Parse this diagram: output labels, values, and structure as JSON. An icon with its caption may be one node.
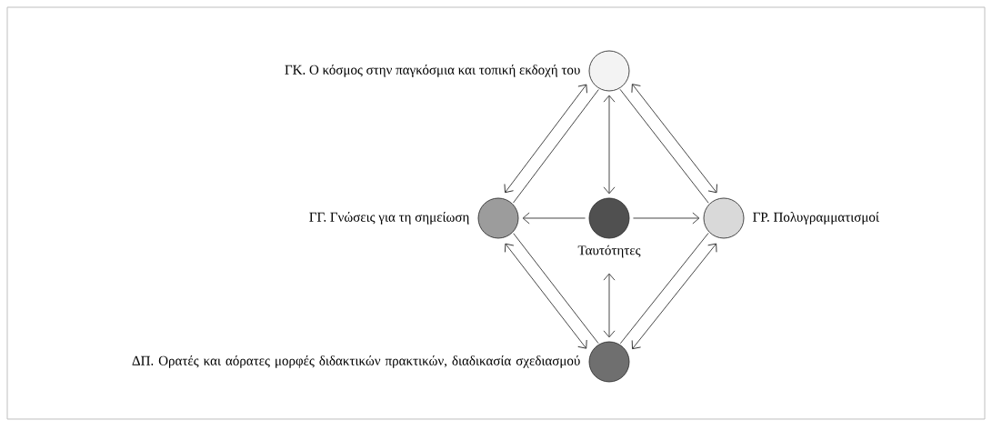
{
  "diagram": {
    "nodes": [
      {
        "text": [],
        "shape": "circle",
        "beside": [
          "ΓΚ. Ο κόσμος στην παγκόσμια και τοπική εκδοχή του"
        ]
      },
      {
        "text": [],
        "shape": "circle",
        "beside": [
          "ΓΓ. Γνώσεις για τη σημείωση"
        ]
      },
      {
        "text": [],
        "shape": "circle",
        "beside": [
          "Ταυτότητες"
        ]
      },
      {
        "text": [],
        "shape": "circle",
        "beside": [
          "ΓΡ. Πολυγραμματισμοί"
        ]
      },
      {
        "text": [],
        "shape": "circle",
        "beside": [
          "ΔΠ. Ορατές και αόρατες μορφές διδακτικών πρακτικών, διαδικασία σχεδιασμού"
        ]
      }
    ],
    "edges": [
      {
        "from": 0,
        "to": 1,
        "arrow": "both"
      },
      {
        "from": 1,
        "to": 0,
        "arrow": "none"
      },
      {
        "from": 0,
        "to": 3,
        "arrow": "both"
      },
      {
        "from": 3,
        "to": 0,
        "arrow": "none"
      },
      {
        "from": 1,
        "to": 4,
        "arrow": "both"
      },
      {
        "from": 4,
        "to": 1,
        "arrow": "none"
      },
      {
        "from": 3,
        "to": 4,
        "arrow": "both"
      },
      {
        "from": 4,
        "to": 3,
        "arrow": "none"
      },
      {
        "from": 0,
        "to": 2,
        "arrow": "both"
      },
      {
        "from": 2,
        "to": 4,
        "arrow": "both"
      },
      {
        "from": 2,
        "to": 1,
        "arrow": "to"
      },
      {
        "from": 2,
        "to": 3,
        "arrow": "to"
      }
    ]
  }
}
